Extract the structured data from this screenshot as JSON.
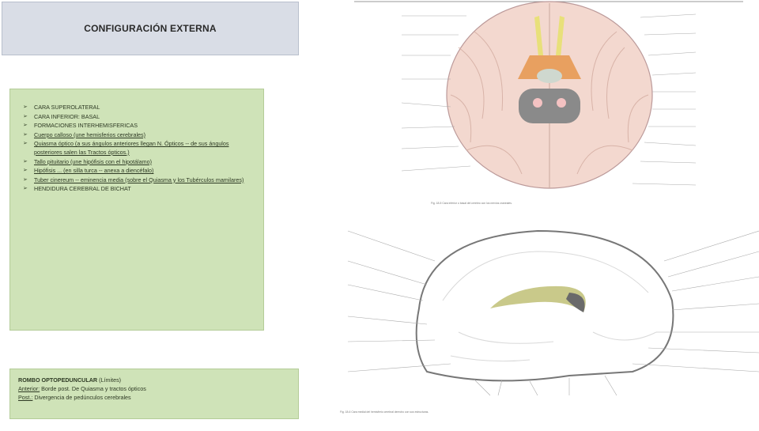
{
  "title": "CONFIGURACIÓN EXTERNA",
  "list": [
    {
      "text": "CARA SUPEROLATERAL"
    },
    {
      "text": "CARA INFERIOR: BASAL"
    },
    {
      "text": "FORMACIONES INTERHEMISFERICAS"
    },
    {
      "text": "Cuerpo calloso (une hemisferios cerebrales)"
    },
    {
      "text": "Quiasma óptico (a sus ángulos anteriores llegan N. Ópticos -- de sus ángulos posteriores salen las Tractos ópticos.)"
    },
    {
      "text": "Tallo pituitario (une hipófisis con el hipotálamo)"
    },
    {
      "text": "Hipófisis ... (en silla turca -- anexa a diencéfalo)"
    },
    {
      "text": "Tuber cinereum -- eminencia media (sobre el Quiasma y los Tubérculos mamilares)"
    },
    {
      "text": "HENDIDURA CEREBRAL DE BICHAT"
    }
  ],
  "bottom": {
    "heading": "ROMBO OPTOPEDUNCULAR",
    "heading_suffix": " (Límites)",
    "line1_label": "Anterior:",
    "line1_text": " Borde post. De Quiasma y tractos ópticos",
    "line2_label": "Post.:",
    "line2_text": " Divergencia de pedúnculos cerebrales"
  },
  "figure": {
    "caption_top": "Fig. 18-5 Cara inferior o basal del cerebro con los nervios craneales.",
    "caption_bottom": "Fig. 18-6 Cara medial del hemisferio cerebral derecho con sus estructuras."
  },
  "colors": {
    "title_bg": "#d9dde6",
    "box_bg": "#cfe3b8",
    "brain_fill": "#f3d8cf",
    "nerve_yellow": "#e8e07a",
    "orange": "#e8a060"
  }
}
